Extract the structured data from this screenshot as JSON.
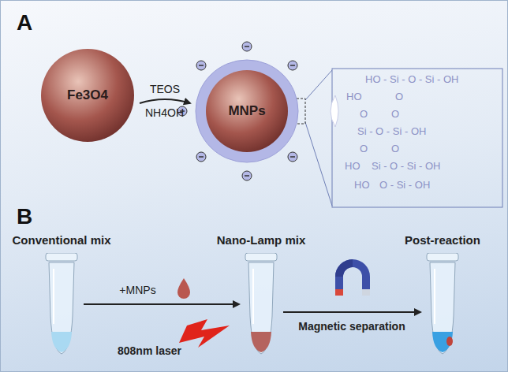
{
  "diagram": {
    "nodes": [
      {
        "text": [
          "Fe3O4"
        ]
      },
      {
        "text": [
          "MNPs"
        ]
      },
      {
        "text": [
          "Conventional mix"
        ]
      },
      {
        "text": [
          "Nano-Lamp mix"
        ]
      },
      {
        "text": [
          "Post-reaction"
        ]
      }
    ],
    "edges": [
      {
        "from": 0,
        "to": 1,
        "arrow": "to",
        "label": "TEOS"
      },
      {
        "from": 2,
        "to": 3,
        "arrow": "to",
        "label": "+MNPs"
      },
      {
        "from": 3,
        "to": 4,
        "arrow": "to",
        "label": "Magnetic separation"
      }
    ],
    "labels": [
      "A",
      "NH4OH",
      "HO - Si - O - Si - OH",
      "HO",
      "O",
      "O",
      "O",
      "Si - O - Si - OH",
      "O",
      "O",
      "HO",
      "Si - O - Si - OH",
      "HO",
      "O - Si - OH",
      "B",
      "808nm laser"
    ]
  }
}
